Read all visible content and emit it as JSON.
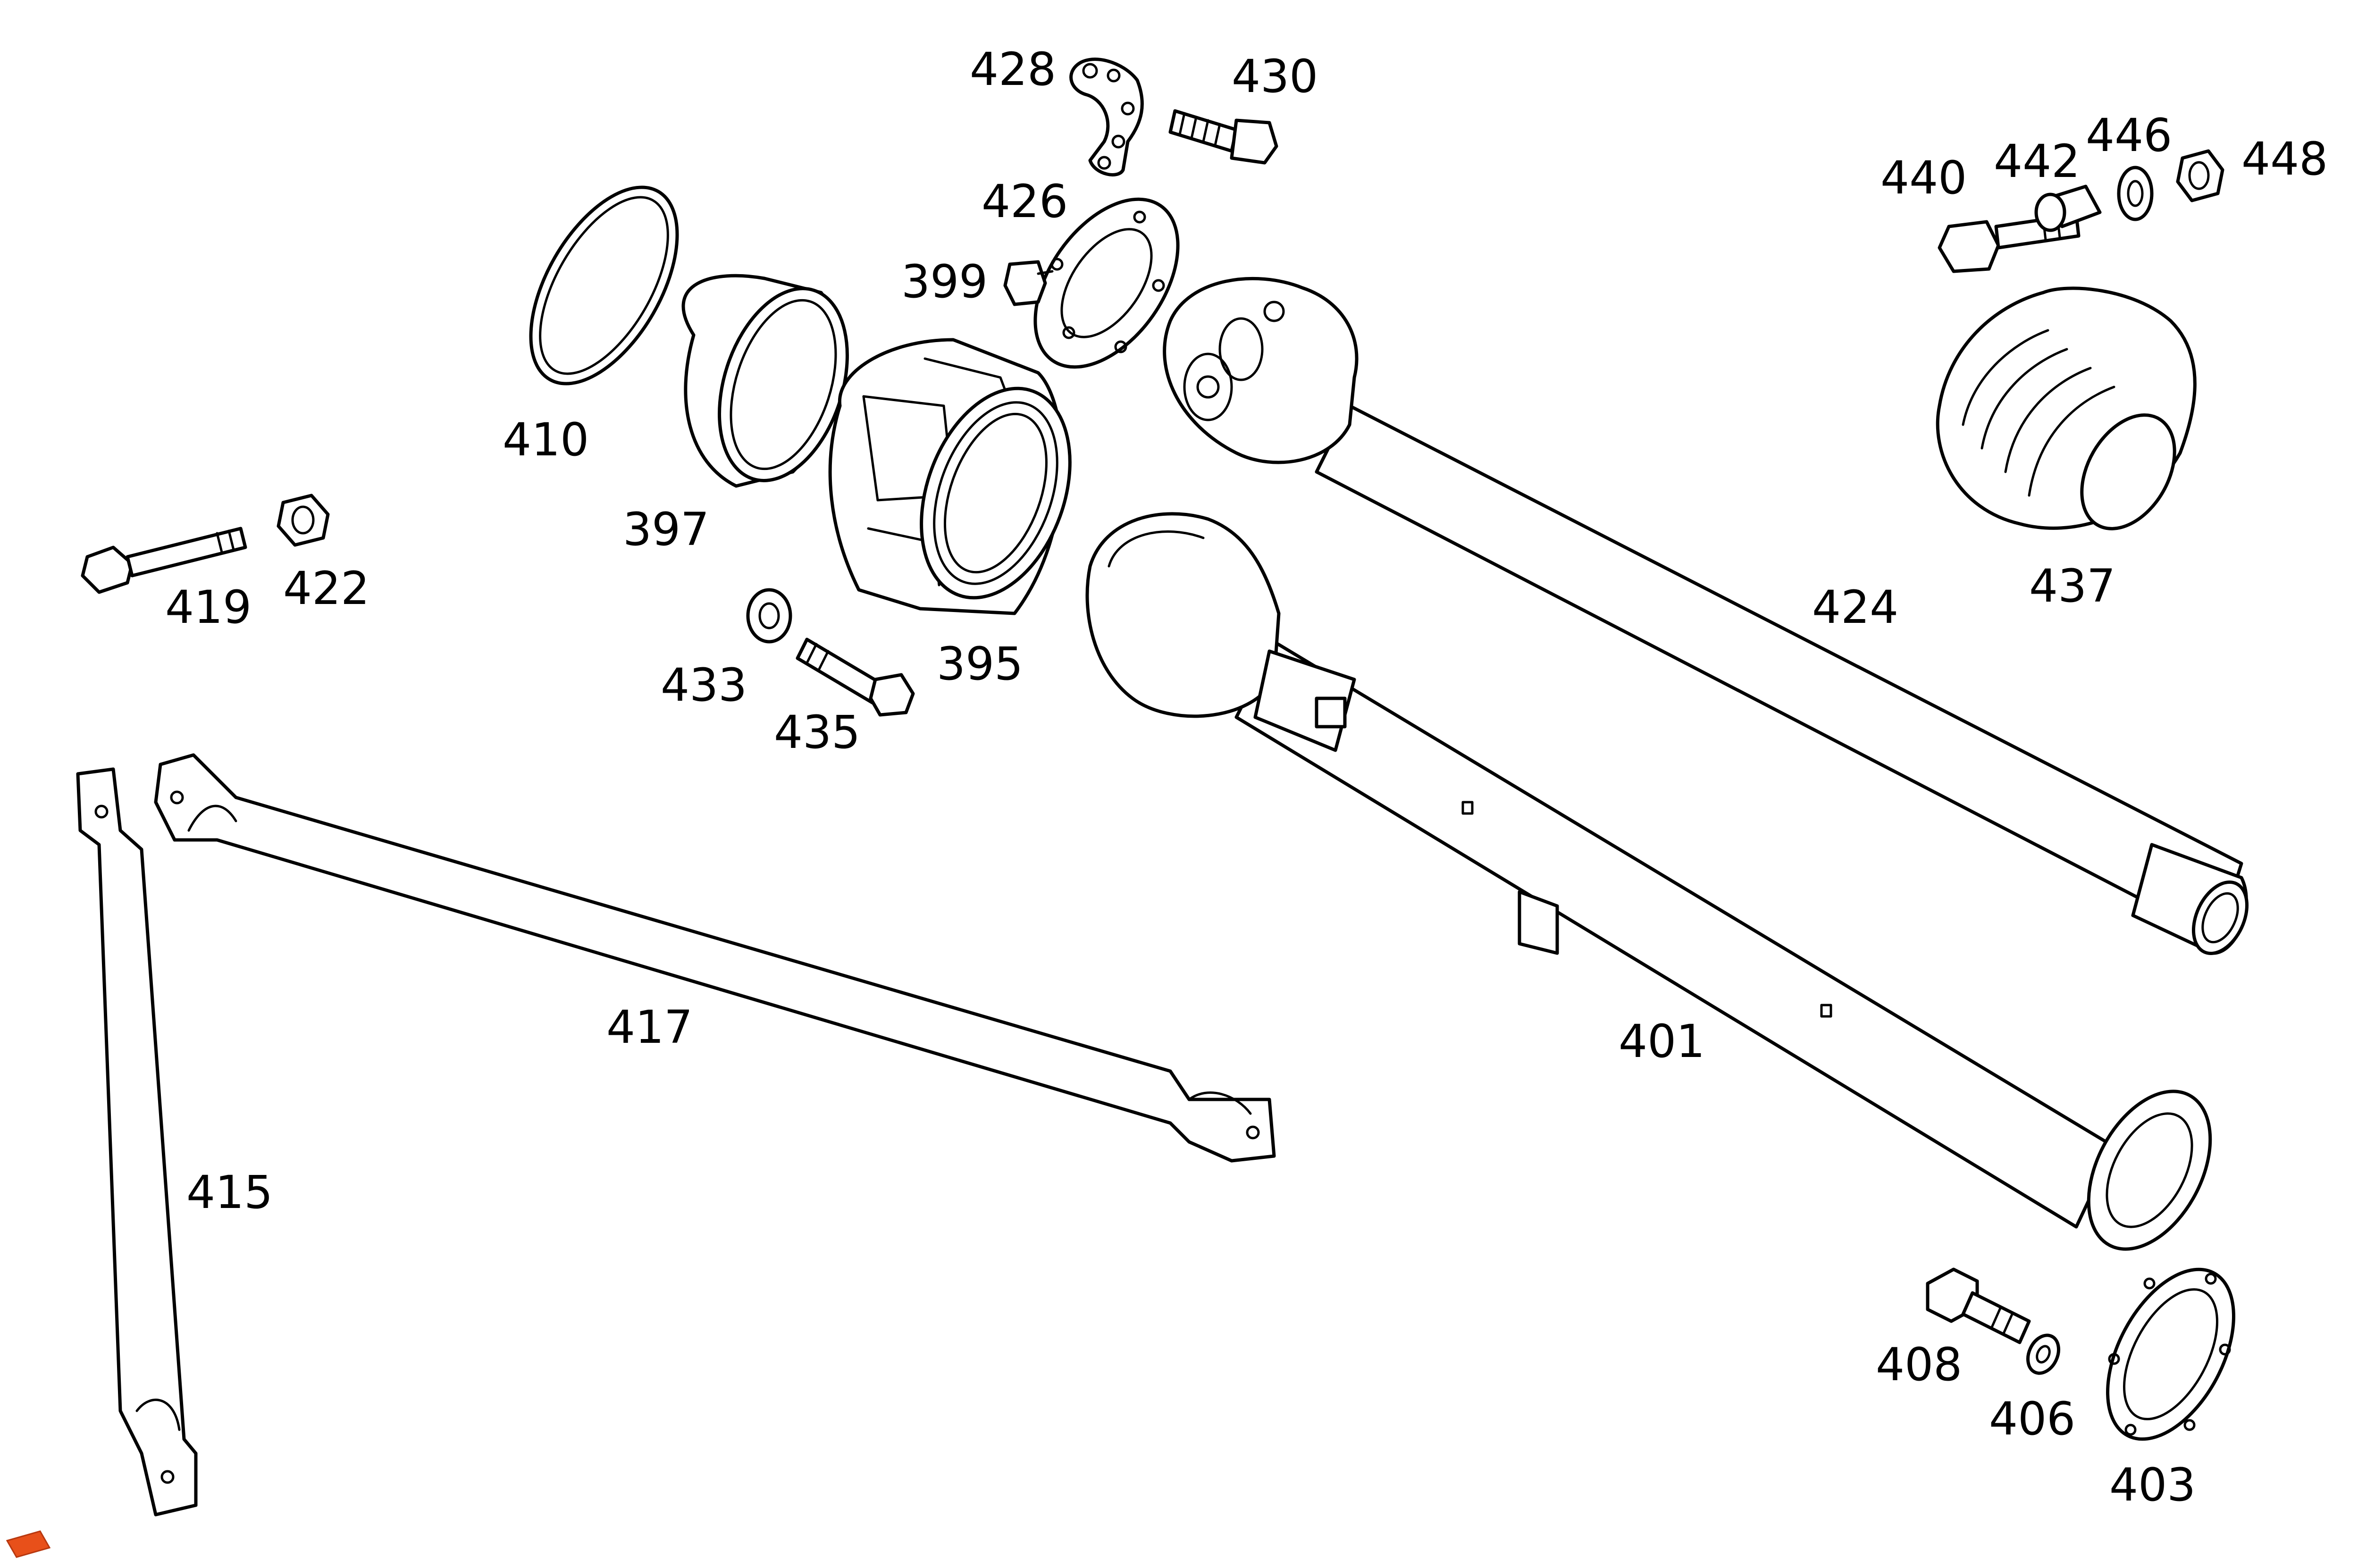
{
  "colors": {
    "line": "#000000",
    "background": "#ffffff",
    "logo_orange": "#e8501a"
  },
  "logo": {
    "icon": "orange-brand-logo-icon"
  },
  "parts": {
    "p395": "395",
    "p397": "397",
    "p399": "399",
    "p401": "401",
    "p403": "403",
    "p406": "406",
    "p408": "408",
    "p410": "410",
    "p415": "415",
    "p417": "417",
    "p419": "419",
    "p422": "422",
    "p424": "424",
    "p426": "426",
    "p428": "428",
    "p430": "430",
    "p433": "433",
    "p435": "435",
    "p437": "437",
    "p440": "440",
    "p442": "442",
    "p446": "446",
    "p448": "448"
  }
}
